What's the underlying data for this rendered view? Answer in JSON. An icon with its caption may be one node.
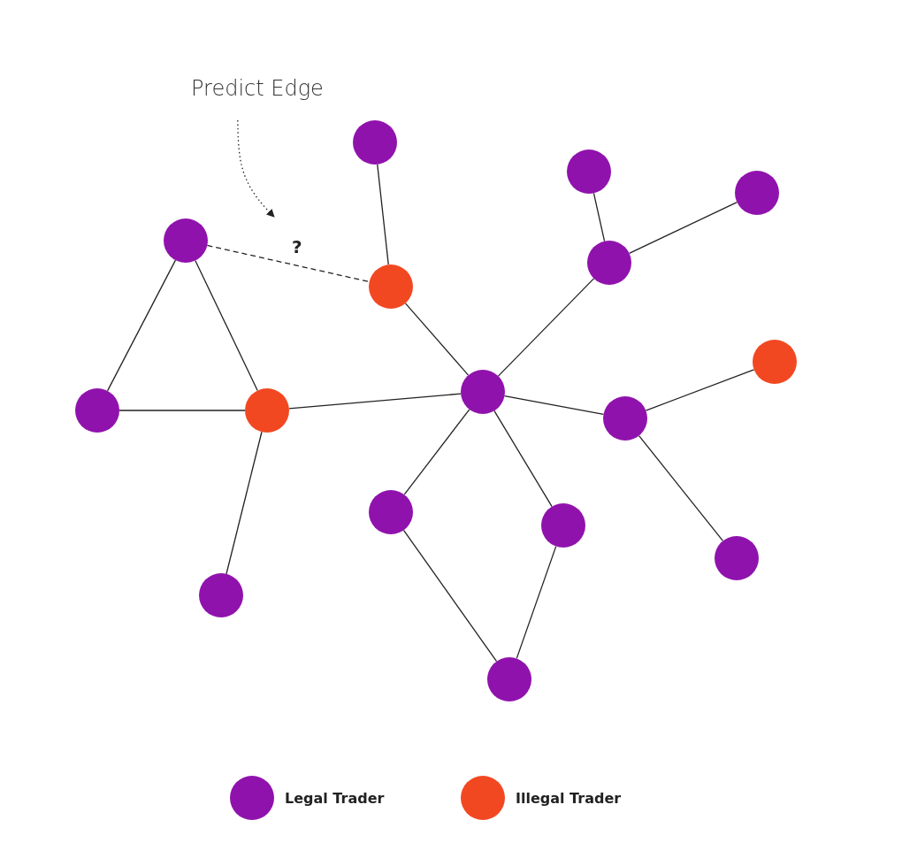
{
  "diagram": {
    "nodes": [
      {
        "text": [
          "Predict Edge"
        ]
      },
      {
        "text": [],
        "shape": "circle"
      },
      {
        "text": [],
        "shape": "circle"
      },
      {
        "text": [],
        "shape": "circle"
      },
      {
        "text": [],
        "shape": "circle"
      },
      {
        "text": [],
        "shape": "circle"
      },
      {
        "text": [],
        "shape": "circle"
      },
      {
        "text": [],
        "shape": "circle"
      },
      {
        "text": [],
        "shape": "circle"
      },
      {
        "text": [],
        "shape": "circle"
      },
      {
        "text": [],
        "shape": "circle"
      },
      {
        "text": [],
        "shape": "circle"
      },
      {
        "text": [],
        "shape": "circle"
      },
      {
        "text": [],
        "shape": "circle"
      },
      {
        "text": [],
        "shape": "circle"
      },
      {
        "text": [],
        "shape": "circle"
      },
      {
        "text": [],
        "shape": "circle"
      }
    ],
    "edges": [
      {
        "from": 0,
        "to": null,
        "arrow": "to",
        "style": "dashed"
      },
      {
        "from": 1,
        "to": 6,
        "arrow": "none"
      },
      {
        "from": 2,
        "to": 5,
        "arrow": "none"
      },
      {
        "from": 5,
        "to": 3,
        "arrow": "none"
      },
      {
        "from": 4,
        "to": 6,
        "arrow": "none",
        "style": "dashed",
        "label": "?"
      },
      {
        "from": 4,
        "to": 9,
        "arrow": "none"
      },
      {
        "from": 4,
        "to": 10,
        "arrow": "none"
      },
      {
        "from": 9,
        "to": 10,
        "arrow": "none"
      },
      {
        "from": 6,
        "to": 8,
        "arrow": "none"
      },
      {
        "from": 5,
        "to": 8,
        "arrow": "none"
      },
      {
        "from": 10,
        "to": 8,
        "arrow": "none"
      },
      {
        "from": 10,
        "to": 15,
        "arrow": "none"
      },
      {
        "from": 8,
        "to": 11,
        "arrow": "none"
      },
      {
        "from": 11,
        "to": 7,
        "arrow": "none"
      },
      {
        "from": 11,
        "to": 14,
        "arrow": "none"
      },
      {
        "from": 8,
        "to": 12,
        "arrow": "none"
      },
      {
        "from": 8,
        "to": 13,
        "arrow": "none"
      },
      {
        "from": 12,
        "to": 16,
        "arrow": "none"
      },
      {
        "from": 13,
        "to": 16,
        "arrow": "none"
      }
    ],
    "legend": [
      {
        "text": "Legal Trader",
        "color": "#9012ad"
      },
      {
        "text": "Illegal Trader",
        "color": "#f24822"
      }
    ]
  }
}
